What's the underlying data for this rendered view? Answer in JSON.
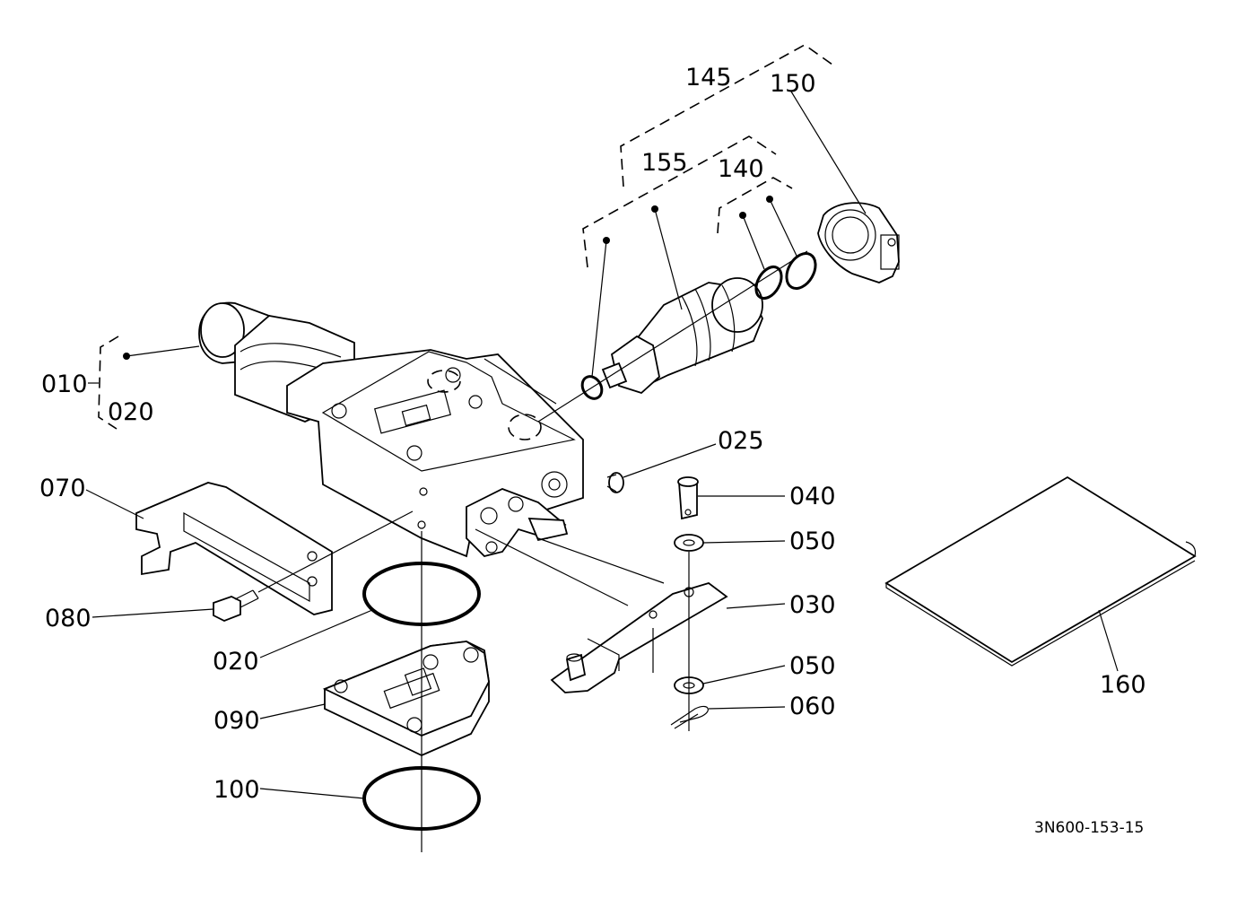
{
  "diagram": {
    "drawing_id": "3N600-153-15",
    "parts": [
      {
        "id": "p010",
        "label": "010"
      },
      {
        "id": "p020a",
        "label": "020"
      },
      {
        "id": "p020b",
        "label": "020"
      },
      {
        "id": "p025",
        "label": "025"
      },
      {
        "id": "p030",
        "label": "030"
      },
      {
        "id": "p040",
        "label": "040"
      },
      {
        "id": "p050a",
        "label": "050"
      },
      {
        "id": "p050b",
        "label": "050"
      },
      {
        "id": "p060",
        "label": "060"
      },
      {
        "id": "p070",
        "label": "070"
      },
      {
        "id": "p080",
        "label": "080"
      },
      {
        "id": "p090",
        "label": "090"
      },
      {
        "id": "p100",
        "label": "100"
      },
      {
        "id": "p140",
        "label": "140"
      },
      {
        "id": "p145",
        "label": "145"
      },
      {
        "id": "p150",
        "label": "150"
      },
      {
        "id": "p155",
        "label": "155"
      },
      {
        "id": "p160",
        "label": "160"
      }
    ]
  }
}
